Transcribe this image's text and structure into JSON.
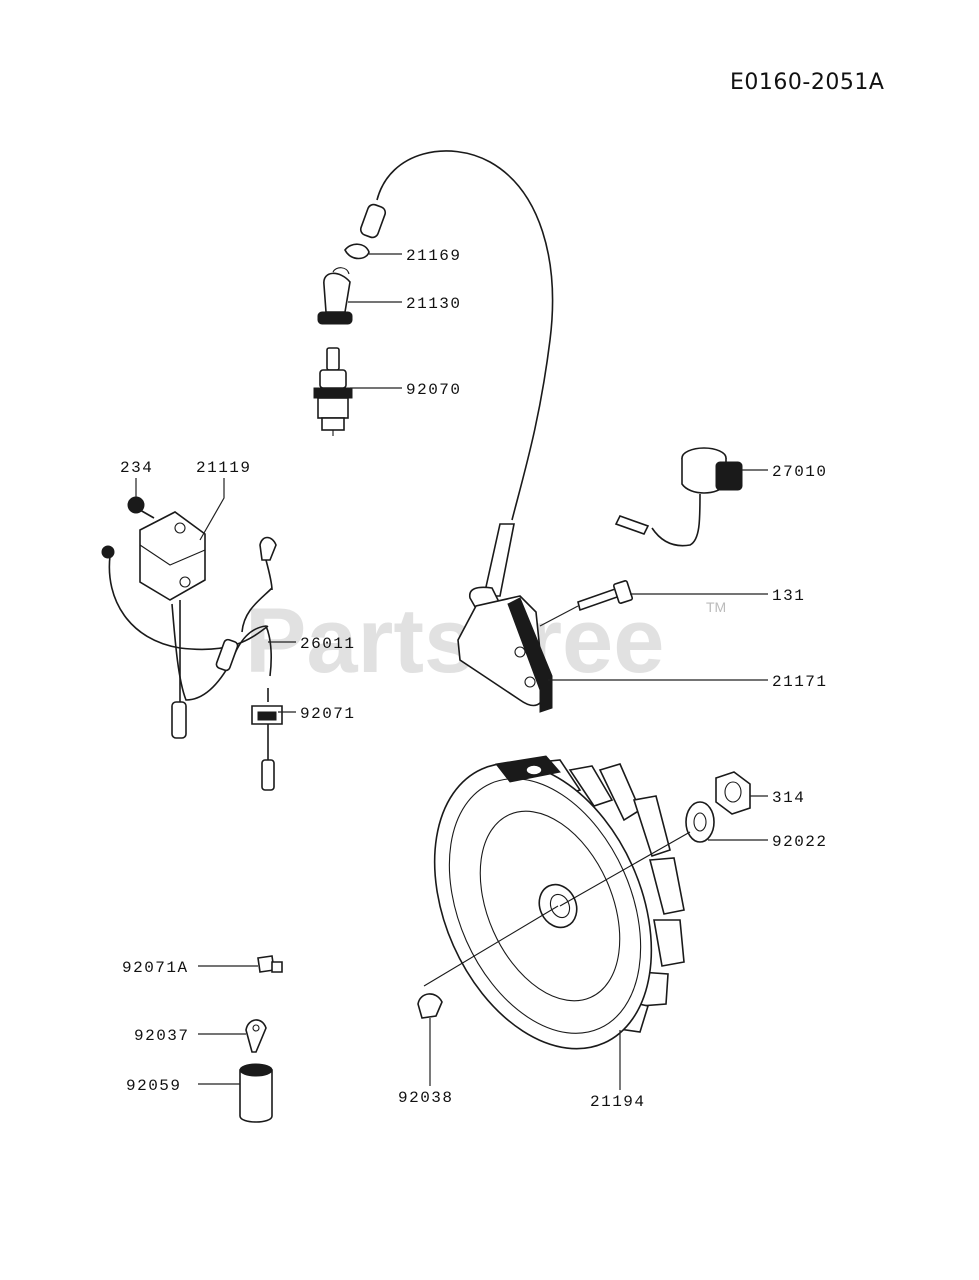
{
  "document_code": "E0160-2051A",
  "watermark": {
    "text": "PartsTree",
    "mark": "TM"
  },
  "part_numbers": {
    "p21169": "21169",
    "p21130": "21130",
    "p92070": "92070",
    "p234": "234",
    "p21119": "21119",
    "p27010": "27010",
    "p131": "131",
    "p26011": "26011",
    "p21171": "21171",
    "p92071": "92071",
    "p314": "314",
    "p92022": "92022",
    "p92071A": "92071A",
    "p92037": "92037",
    "p92059": "92059",
    "p92038": "92038",
    "p21194": "21194"
  }
}
